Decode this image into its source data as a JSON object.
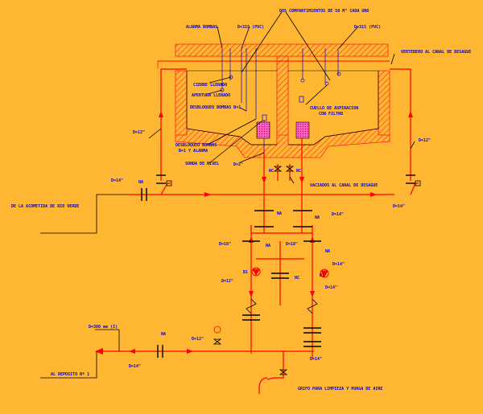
{
  "labels": {
    "dos_compartimientos": "DOS COMPARTIMIENTOS DE 50 M³ CADA UNO",
    "alarma_bombas": "ALARMA BOMBAS",
    "d315_left": "D=315 (PVC)",
    "d315_right": "D=315 (PVC)",
    "vertedero": "VERTEDERO AL CANAL DE DESAGUE",
    "cierre_llenado": "CIERRE LLENADO",
    "apertura_llenado": "APERTURA LLENADO",
    "desbloqueo_b1": "DESBLOQUEO BOMBAS B=1",
    "desbloqueo_b1_alarma_1": "DESBLOQUEO BOMBAS",
    "desbloqueo_b1_alarma_2": "B=1 Y ALARMA",
    "sonda_nivel": "SONDA DE NIVEL",
    "cuello_aspiracion_1": "CUELLO DE ASPIRACION",
    "cuello_aspiracion_2": "CON FILTRO",
    "d12_left": "D=12\"",
    "d12_right": "D=12\"",
    "d2": "D=2\"",
    "nc_1": "NC",
    "nc_2": "NC",
    "vaciados": "VACIADOS AL CANAL DE DESAGUE",
    "d14_top": "D=14\"",
    "na_top": "NA",
    "acometida": "DE LA ACOMETIDA DE RIO VERDE",
    "d14_right": "D=14\"",
    "na_a": "NA",
    "na_b": "NA",
    "d14_b": "D=14\"",
    "d16_left": "D=16\"",
    "na_c": "NA",
    "d16_mid": "D=16\"",
    "na_d": "NA",
    "d14_c": "D=14\"",
    "b1_left": "B1",
    "b1_right": "B1",
    "d12_pump": "D=12\"",
    "nc_3": "NC",
    "d14_d": "D=14\"",
    "d300": "D=300 mm (I)",
    "na_bottom": "NA",
    "d12_bottom": "D=12\"",
    "d14_bottom": "D=14\"",
    "d14_e": "D=14\"",
    "al_deposito": "AL DEPOSITO Nº 1",
    "grifo": "GRIFO PARA LIMPIEZA Y PURGA DE AIRE"
  },
  "colors": {
    "background": "#FFB733",
    "pipe": "#FF0000",
    "text": "#0000D8",
    "line": "#000000",
    "hatch": "#FF2020",
    "filter": "#E01080"
  }
}
